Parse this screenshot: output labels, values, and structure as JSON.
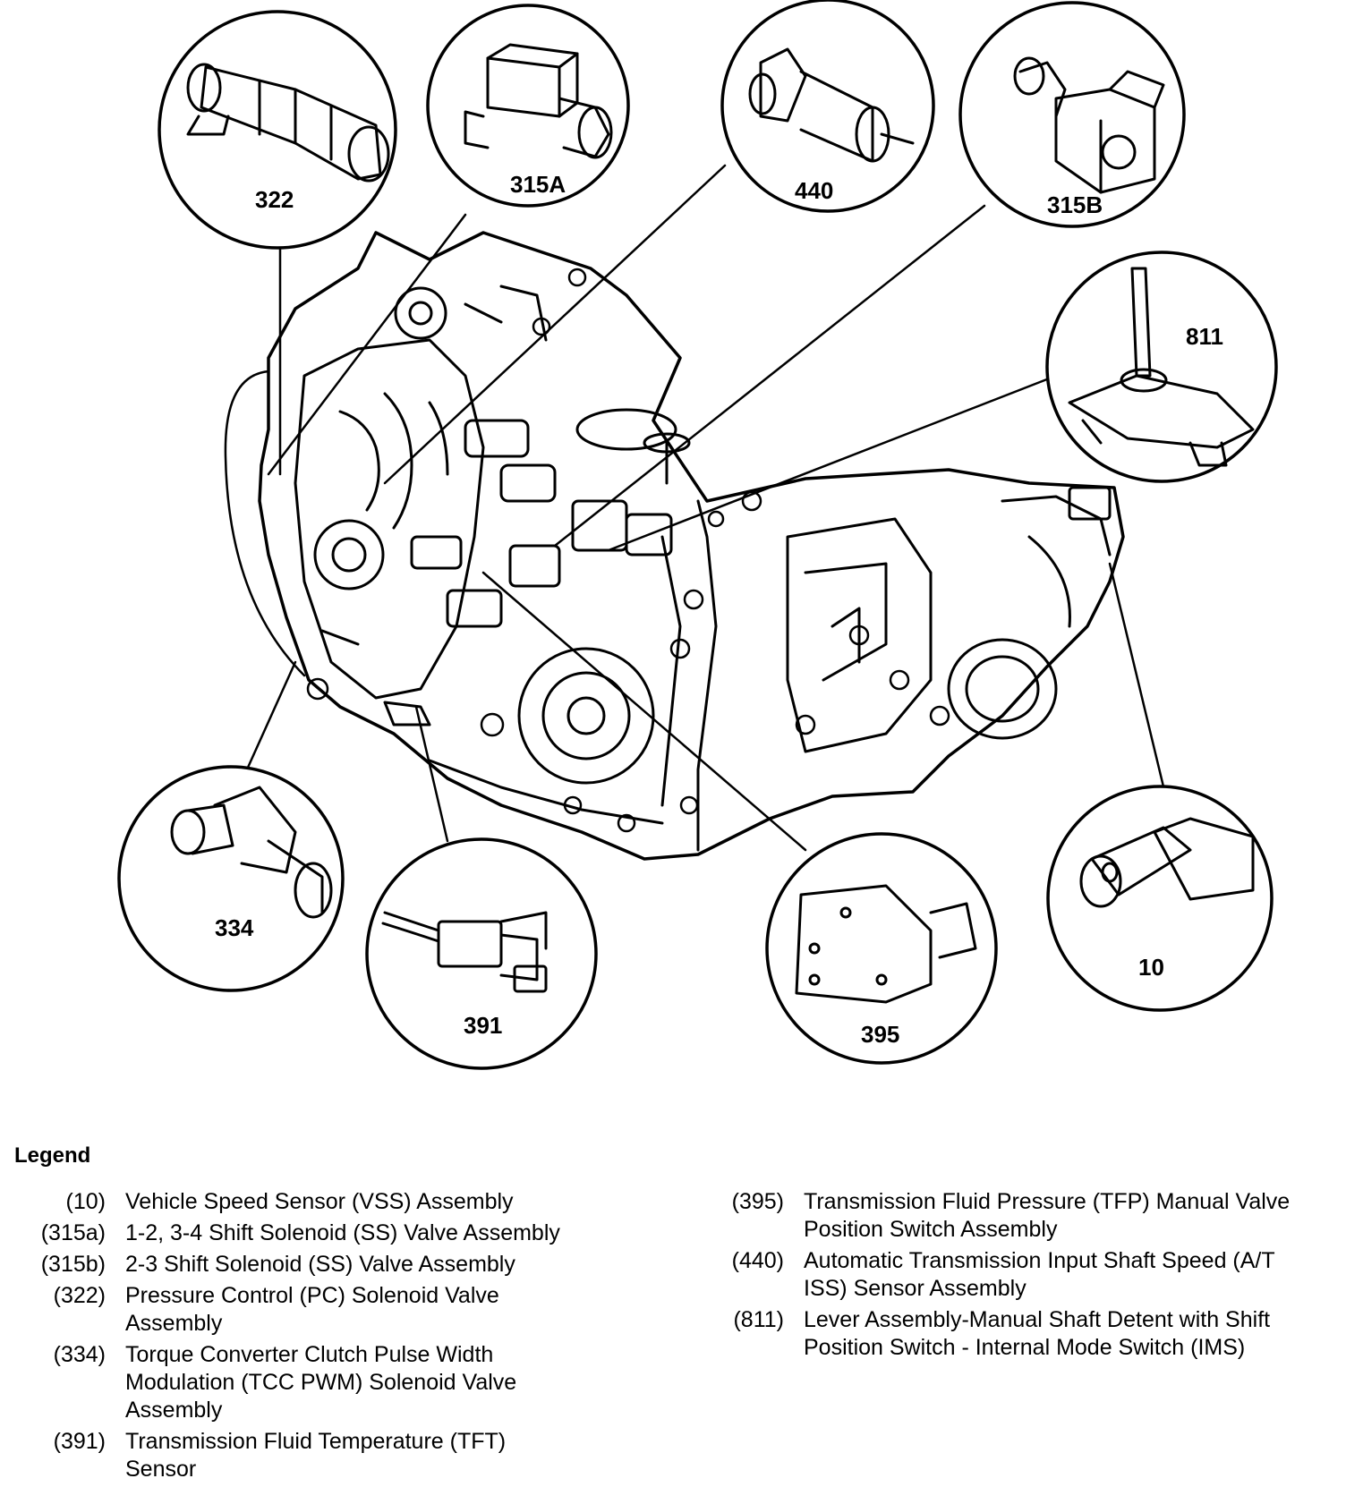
{
  "callouts": {
    "c322": "322",
    "c315A": "315A",
    "c440": "440",
    "c315B": "315B",
    "c811": "811",
    "c334": "334",
    "c391": "391",
    "c395": "395",
    "c10": "10"
  },
  "legend": {
    "title": "Legend",
    "left": [
      {
        "code": "(10)",
        "desc": "Vehicle Speed Sensor (VSS) Assembly"
      },
      {
        "code": "(315a)",
        "desc": "1-2, 3-4 Shift Solenoid (SS) Valve Assembly"
      },
      {
        "code": "(315b)",
        "desc": "2-3 Shift Solenoid (SS) Valve Assembly"
      },
      {
        "code": "(322)",
        "desc": "Pressure Control (PC) Solenoid Valve Assembly"
      },
      {
        "code": "(334)",
        "desc": "Torque Converter Clutch Pulse Width Modulation (TCC PWM) Solenoid Valve Assembly"
      },
      {
        "code": "(391)",
        "desc": "Transmission Fluid Temperature (TFT) Sensor"
      }
    ],
    "right": [
      {
        "code": "(395)",
        "desc": "Transmission Fluid Pressure (TFP) Manual Valve Position Switch Assembly"
      },
      {
        "code": "(440)",
        "desc": "Automatic Transmission Input Shaft Speed (A/T ISS) Sensor Assembly"
      },
      {
        "code": "(811)",
        "desc": "Lever Assembly-Manual Shaft Detent with Shift Position Switch - Internal Mode Switch (IMS)"
      }
    ]
  }
}
